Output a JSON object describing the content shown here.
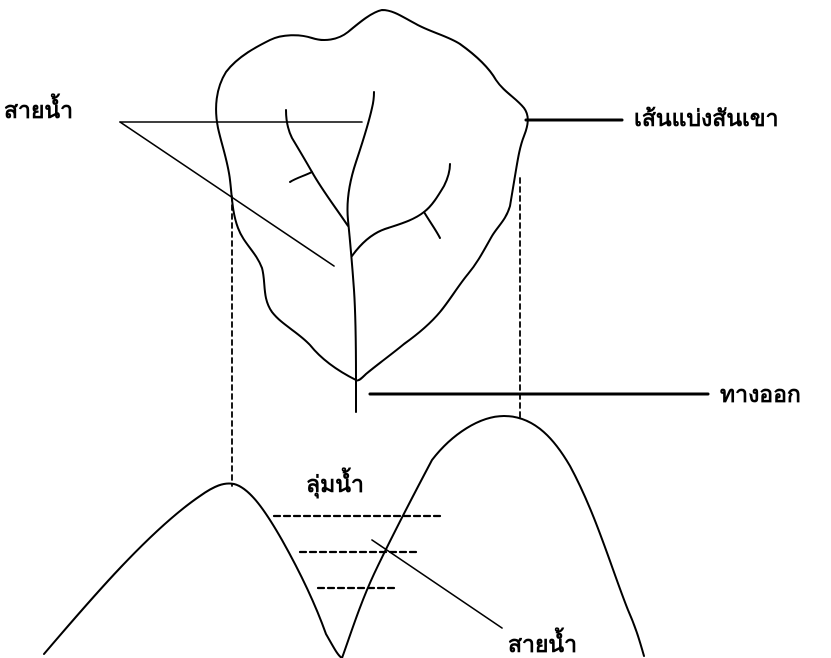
{
  "labels": {
    "stream_top": "สายน้ำ",
    "divide": "เส้นแบ่งสันเขา",
    "outlet": "ทางออก",
    "basin": "ลุ่มน้ำ",
    "stream_bottom": "สายน้ำ"
  },
  "colors": {
    "ink": "#000000",
    "background": "#ffffff"
  }
}
